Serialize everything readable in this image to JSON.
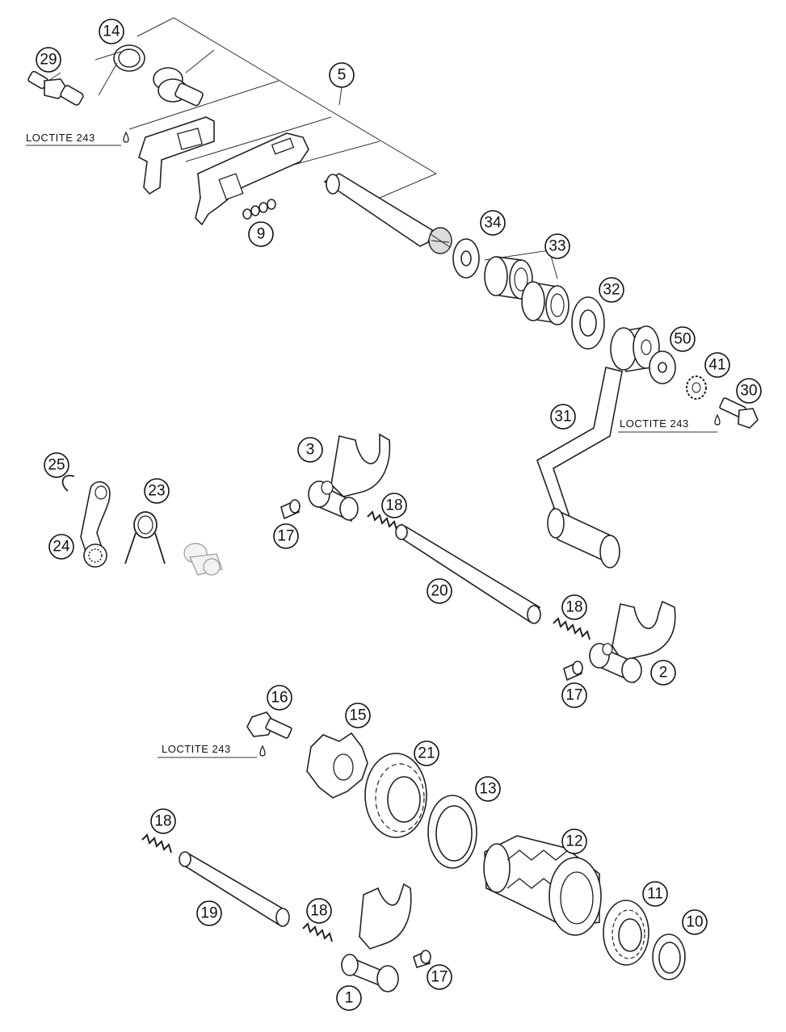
{
  "callouts": [
    {
      "id": "c29",
      "label": "29"
    },
    {
      "id": "c14",
      "label": "14"
    },
    {
      "id": "c5",
      "label": "5"
    },
    {
      "id": "c9",
      "label": "9"
    },
    {
      "id": "c34",
      "label": "34"
    },
    {
      "id": "c33",
      "label": "33"
    },
    {
      "id": "c32",
      "label": "32"
    },
    {
      "id": "c50",
      "label": "50"
    },
    {
      "id": "c41",
      "label": "41"
    },
    {
      "id": "c30",
      "label": "30"
    },
    {
      "id": "c31",
      "label": "31"
    },
    {
      "id": "c3",
      "label": "3"
    },
    {
      "id": "c25",
      "label": "25"
    },
    {
      "id": "c23",
      "label": "23"
    },
    {
      "id": "c24",
      "label": "24"
    },
    {
      "id": "c18a",
      "label": "18"
    },
    {
      "id": "c17a",
      "label": "17"
    },
    {
      "id": "c20",
      "label": "20"
    },
    {
      "id": "c18b",
      "label": "18"
    },
    {
      "id": "c2",
      "label": "2"
    },
    {
      "id": "c17b",
      "label": "17"
    },
    {
      "id": "c16",
      "label": "16"
    },
    {
      "id": "c15",
      "label": "15"
    },
    {
      "id": "c21",
      "label": "21"
    },
    {
      "id": "c13",
      "label": "13"
    },
    {
      "id": "c12",
      "label": "12"
    },
    {
      "id": "c18c",
      "label": "18"
    },
    {
      "id": "c19",
      "label": "19"
    },
    {
      "id": "c18d",
      "label": "18"
    },
    {
      "id": "c11",
      "label": "11"
    },
    {
      "id": "c10",
      "label": "10"
    },
    {
      "id": "c1",
      "label": "1"
    },
    {
      "id": "c17c",
      "label": "17"
    }
  ],
  "notes": {
    "loctite_1": "LOCTITE 243",
    "loctite_2": "LOCTITE 243",
    "loctite_3": "LOCTITE 243"
  }
}
